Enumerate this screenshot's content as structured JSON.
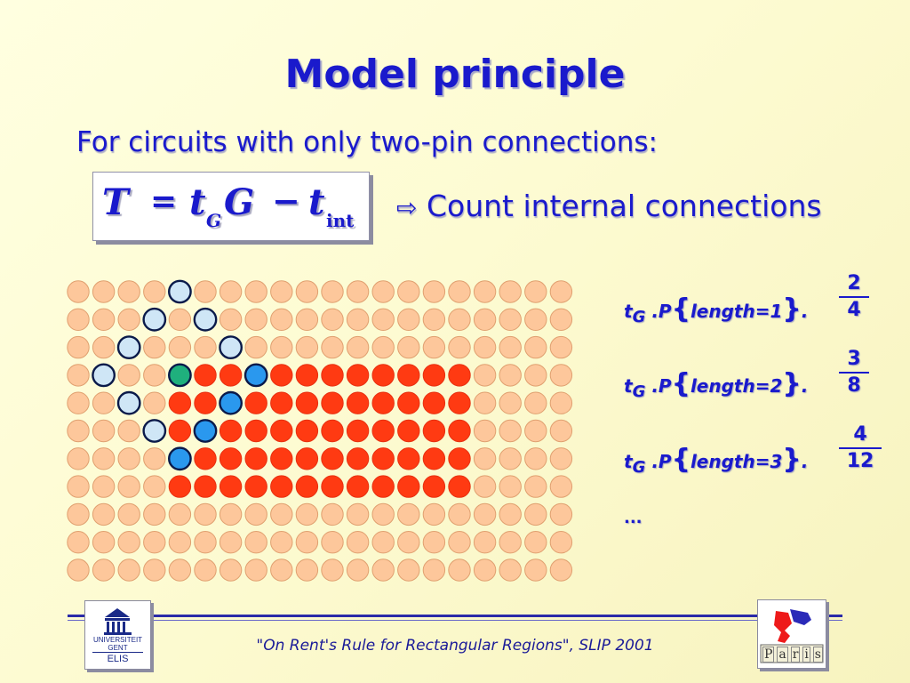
{
  "slide": {
    "title": "Model principle",
    "subtitle": "For circuits with only two-pin connections:",
    "equation": {
      "T": "T",
      "eq": "=",
      "t": "t",
      "G_sub": "G",
      "G": "G",
      "minus": "−",
      "t2": "t",
      "int_sub": "int"
    },
    "arrow_glyph": "⇨",
    "arrow_text": "Count internal connections",
    "formulas": [
      {
        "t": "t",
        "sub": "G",
        "dotP": ".P",
        "lbrace": "{",
        "expr": "length=1",
        "rbrace": "}",
        "dot": ".",
        "num": "2",
        "den": "4"
      },
      {
        "t": "t",
        "sub": "G",
        "dotP": ".P",
        "lbrace": "{",
        "expr": "length=2",
        "rbrace": "}",
        "dot": ".",
        "num": "3",
        "den": "8"
      },
      {
        "t": "t",
        "sub": "G",
        "dotP": ".P",
        "lbrace": "{",
        "expr": "length=3",
        "rbrace": "}",
        "dot": ".",
        "num": "4",
        "den": "12"
      }
    ],
    "ellipsis": "...",
    "footer": "\"On Rent's Rule for Rectangular Regions\", SLIP 2001",
    "logo_left": {
      "line1": "UNIVERSITEIT",
      "line2": "GENT",
      "line3": "ELIS"
    },
    "logo_right": {
      "letters": [
        "P",
        "a",
        "r",
        "i",
        "s"
      ]
    },
    "grid": {
      "rows": 11,
      "cols": 20,
      "colors": {
        "default": "#fdc79b",
        "red": "#ff3a12",
        "blue": "#2a98ee",
        "green": "#1fb07d",
        "pale": "#cfe6f6"
      },
      "red_cells": [
        [
          3,
          5
        ],
        [
          3,
          6
        ],
        [
          4,
          4
        ],
        [
          4,
          5
        ],
        [
          5,
          4
        ],
        [
          6,
          5
        ],
        [
          6,
          6
        ],
        [
          6,
          7
        ],
        [
          6,
          8
        ],
        [
          6,
          9
        ],
        [
          6,
          10
        ],
        [
          6,
          11
        ],
        [
          6,
          12
        ],
        [
          6,
          13
        ],
        [
          6,
          14
        ],
        [
          6,
          15
        ],
        [
          7,
          4
        ],
        [
          7,
          5
        ],
        [
          7,
          6
        ],
        [
          7,
          7
        ],
        [
          7,
          8
        ],
        [
          7,
          9
        ],
        [
          7,
          10
        ],
        [
          7,
          11
        ],
        [
          7,
          12
        ],
        [
          7,
          13
        ],
        [
          7,
          14
        ],
        [
          7,
          15
        ]
      ],
      "red_ranges": [
        [
          3,
          8,
          15
        ],
        [
          4,
          7,
          15
        ],
        [
          5,
          6,
          15
        ]
      ],
      "blue_cells": [
        [
          3,
          7
        ],
        [
          4,
          6
        ],
        [
          5,
          5
        ],
        [
          6,
          4
        ]
      ],
      "green_cells": [
        [
          3,
          4
        ]
      ],
      "pale_cells": [
        [
          0,
          4
        ],
        [
          1,
          3
        ],
        [
          1,
          5
        ],
        [
          2,
          2
        ],
        [
          2,
          6
        ],
        [
          3,
          1
        ],
        [
          4,
          2
        ],
        [
          5,
          3
        ]
      ]
    }
  }
}
